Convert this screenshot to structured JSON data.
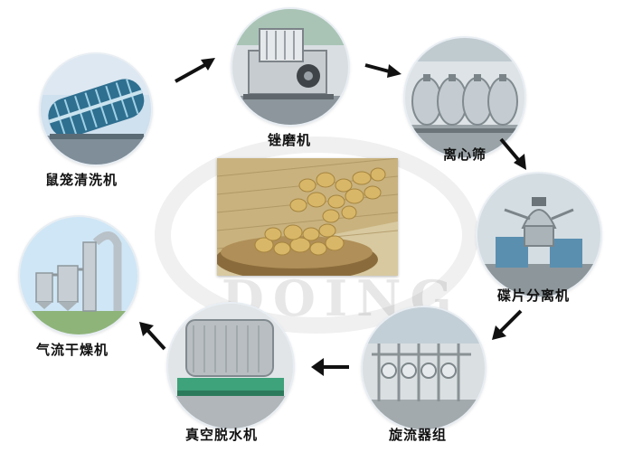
{
  "watermark": {
    "text": "DOING"
  },
  "center_image": {
    "subject": "potatoes in woven baskets"
  },
  "steps": [
    {
      "id": "drum-washer",
      "label": "鼠笼清洗机"
    },
    {
      "id": "rasper",
      "label": "锉磨机"
    },
    {
      "id": "centrifugal-sieve",
      "label": "离心筛"
    },
    {
      "id": "disc-separator",
      "label": "碟片分离机"
    },
    {
      "id": "hydrocyclone",
      "label": "旋流器组"
    },
    {
      "id": "vacuum-dewatering",
      "label": "真空脱水机"
    },
    {
      "id": "flash-dryer",
      "label": "气流干燥机"
    }
  ],
  "colors": {
    "arrow": "#111111",
    "label": "#111111",
    "steel": "#b8c2cb",
    "sky": "#d6e7f5"
  }
}
